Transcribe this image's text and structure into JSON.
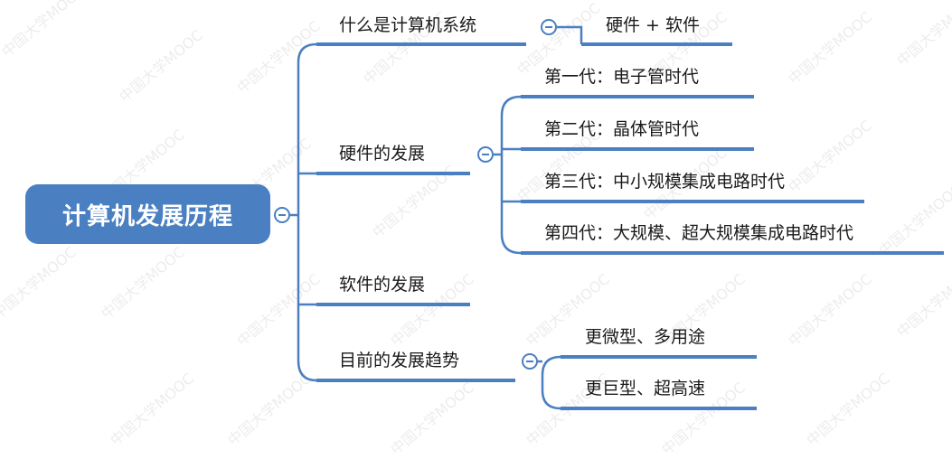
{
  "colors": {
    "accent": "#4a7fc1",
    "root_fill": "#4a7fc1",
    "line": "#4a7fc1",
    "text": "#1a1a1a"
  },
  "root": {
    "label": "计算机发展历程"
  },
  "branches": [
    {
      "label": "什么是计算机系统",
      "children": [
        "硬件 + 软件"
      ]
    },
    {
      "label": "硬件的发展",
      "children": [
        "第一代：电子管时代",
        "第二代：晶体管时代",
        "第三代：中小规模集成电路时代",
        "第四代：大规模、超大规模集成电路时代"
      ]
    },
    {
      "label": "软件的发展",
      "children": []
    },
    {
      "label": "目前的发展趋势",
      "children": [
        "更微型、多用途",
        "更巨型、超高速"
      ]
    }
  ],
  "watermark": "中国大学MOOC",
  "watermark_fragment": "/OOC"
}
